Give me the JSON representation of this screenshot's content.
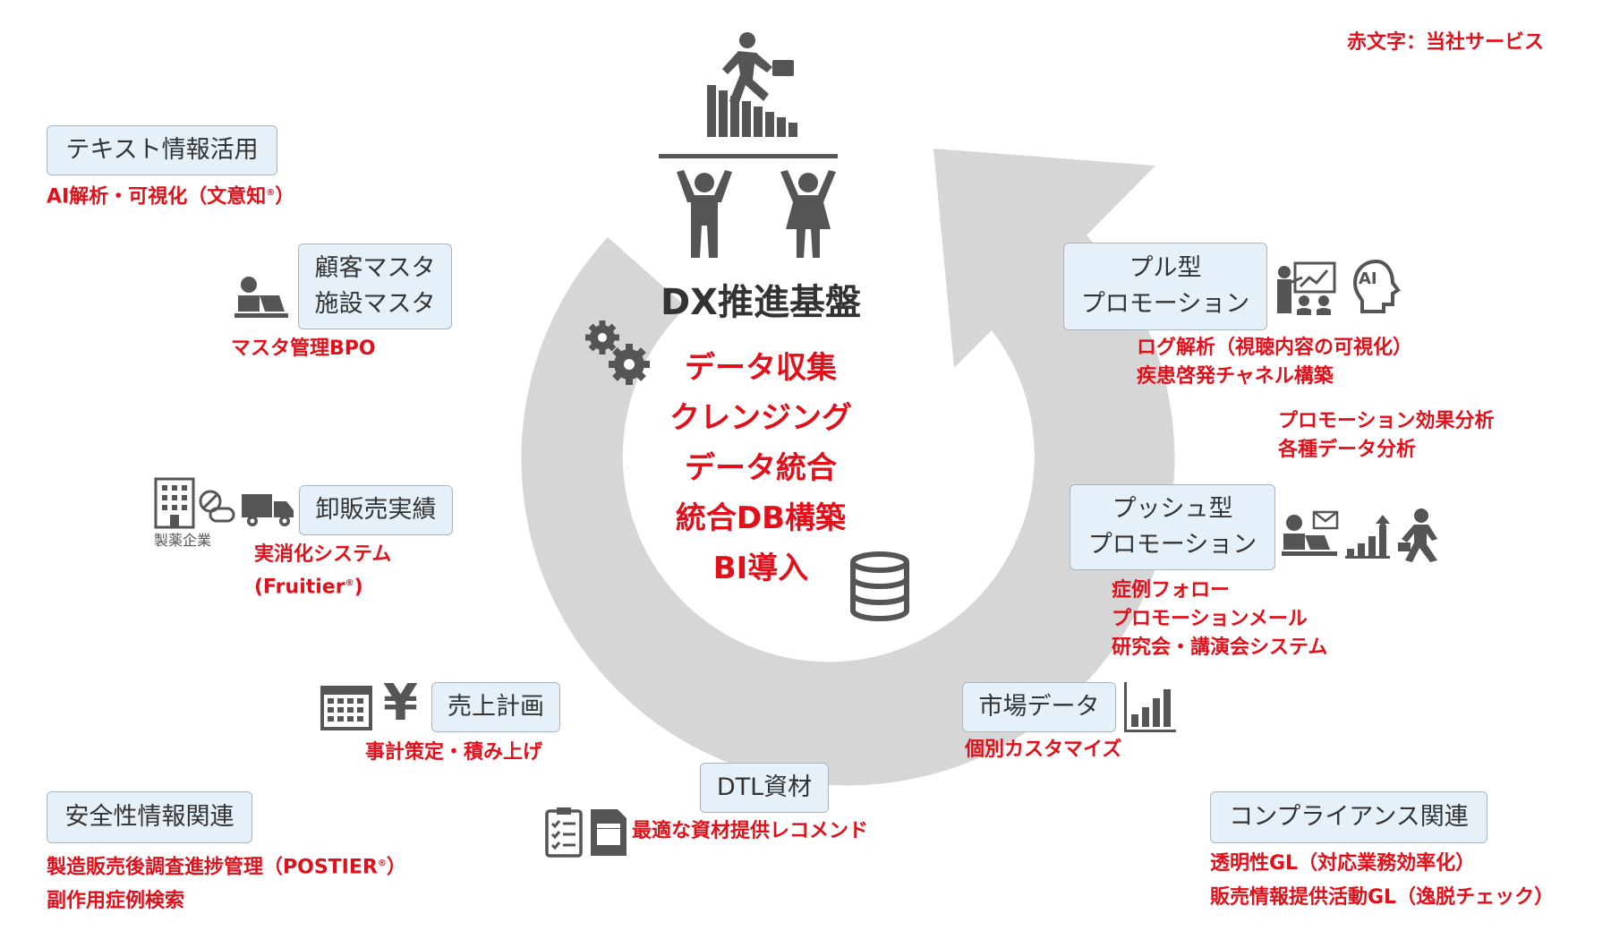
{
  "legend": "赤文字：当社サービス",
  "platform": {
    "title": "DX推進基盤",
    "items": [
      "データ収集",
      "クレンジング",
      "データ統合",
      "統合DB構築",
      "BI導入"
    ]
  },
  "nodes": {
    "text_info": {
      "label": "テキスト情報活用",
      "note": "AI解析・可視化（文意知",
      "note_end": "）",
      "mark": "®"
    },
    "customer_master": {
      "label1": "顧客マスタ",
      "label2": "施設マスタ",
      "note": "マスタ管理BPO"
    },
    "wholesale": {
      "label": "卸販売実績",
      "note1": "実消化システム",
      "note2": "(Fruitier",
      "note2_end": ")",
      "mark": "®",
      "pharma_label": "製薬企業"
    },
    "sales_plan": {
      "label": "売上計画",
      "note": "事計策定・積み上げ",
      "yen": "¥"
    },
    "dtl": {
      "label": "DTL資材",
      "note": "最適な資材提供レコメンド"
    },
    "market": {
      "label": "市場データ",
      "note": "個別カスタマイズ"
    },
    "push": {
      "label1": "プッシュ型",
      "label2": "プロモーション",
      "notes": [
        "症例フォロー",
        "プロモーションメール",
        "研究会・講演会システム"
      ]
    },
    "pull": {
      "label1": "プル型",
      "label2": "プロモーション",
      "notes": [
        "ログ解析（視聴内容の可視化）",
        "疾患啓発チャネル構築"
      ],
      "ai": "AI"
    },
    "analysis": {
      "notes": [
        "プロモーション効果分析",
        "各種データ分析"
      ]
    },
    "safety": {
      "label": "安全性情報関連",
      "note1": "製造販売後調査進捗管理（POSTIER",
      "note1_end": "）",
      "mark": "®",
      "note2": "副作用症例検索"
    },
    "compliance": {
      "label": "コンプライアンス関連",
      "notes": [
        "透明性GL（対応業務効率化）",
        "販売情報提供活動GL（逸脱チェック）"
      ]
    }
  },
  "colors": {
    "red": "#e0111b",
    "box_fill": "#e6f0f9",
    "arrow": "#d6d6d6",
    "icon": "#555555"
  }
}
